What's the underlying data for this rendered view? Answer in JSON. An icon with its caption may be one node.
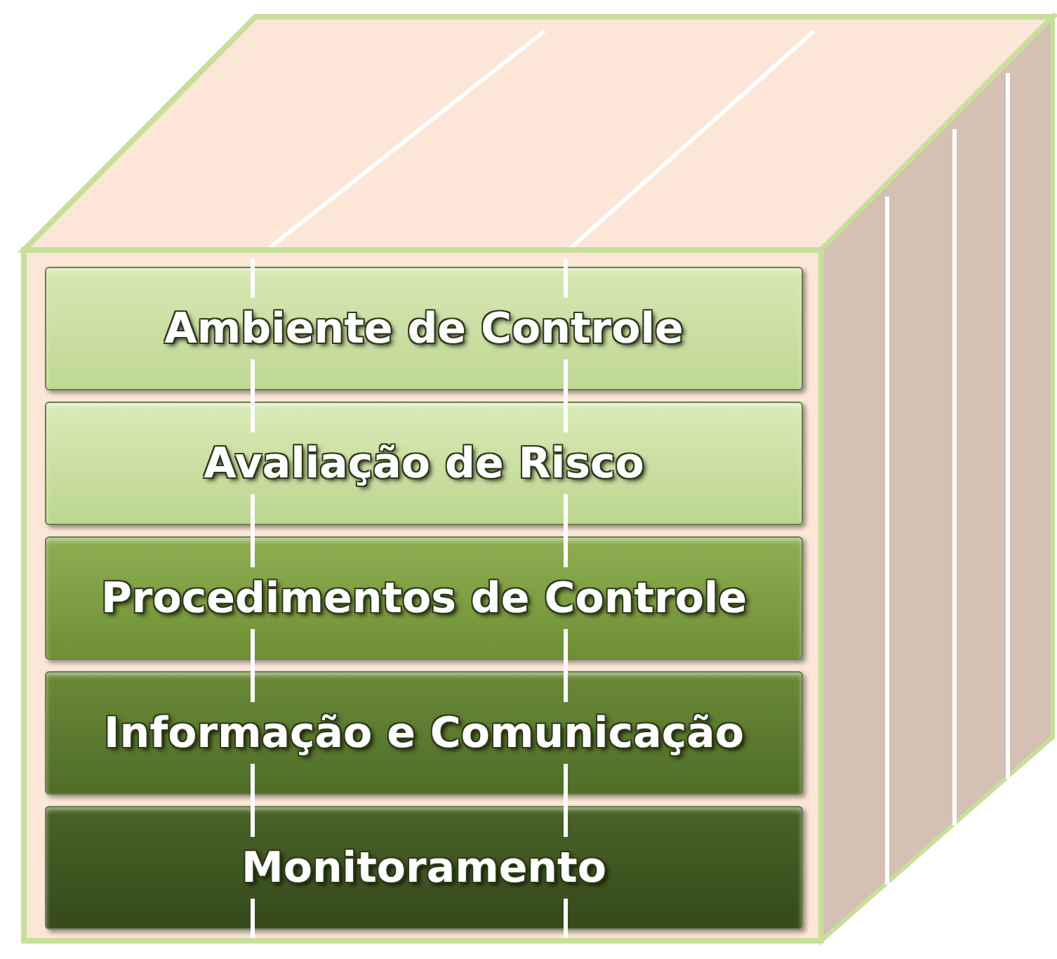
{
  "diagram": {
    "nodes": [
      {
        "text": [
          "Ambiente de Controle"
        ]
      },
      {
        "text": [
          "Avaliação de Risco"
        ]
      },
      {
        "text": [
          "Procedimentos de Controle"
        ]
      },
      {
        "text": [
          "Informação e Comunicação"
        ]
      },
      {
        "text": [
          "Monitoramento"
        ]
      }
    ]
  }
}
